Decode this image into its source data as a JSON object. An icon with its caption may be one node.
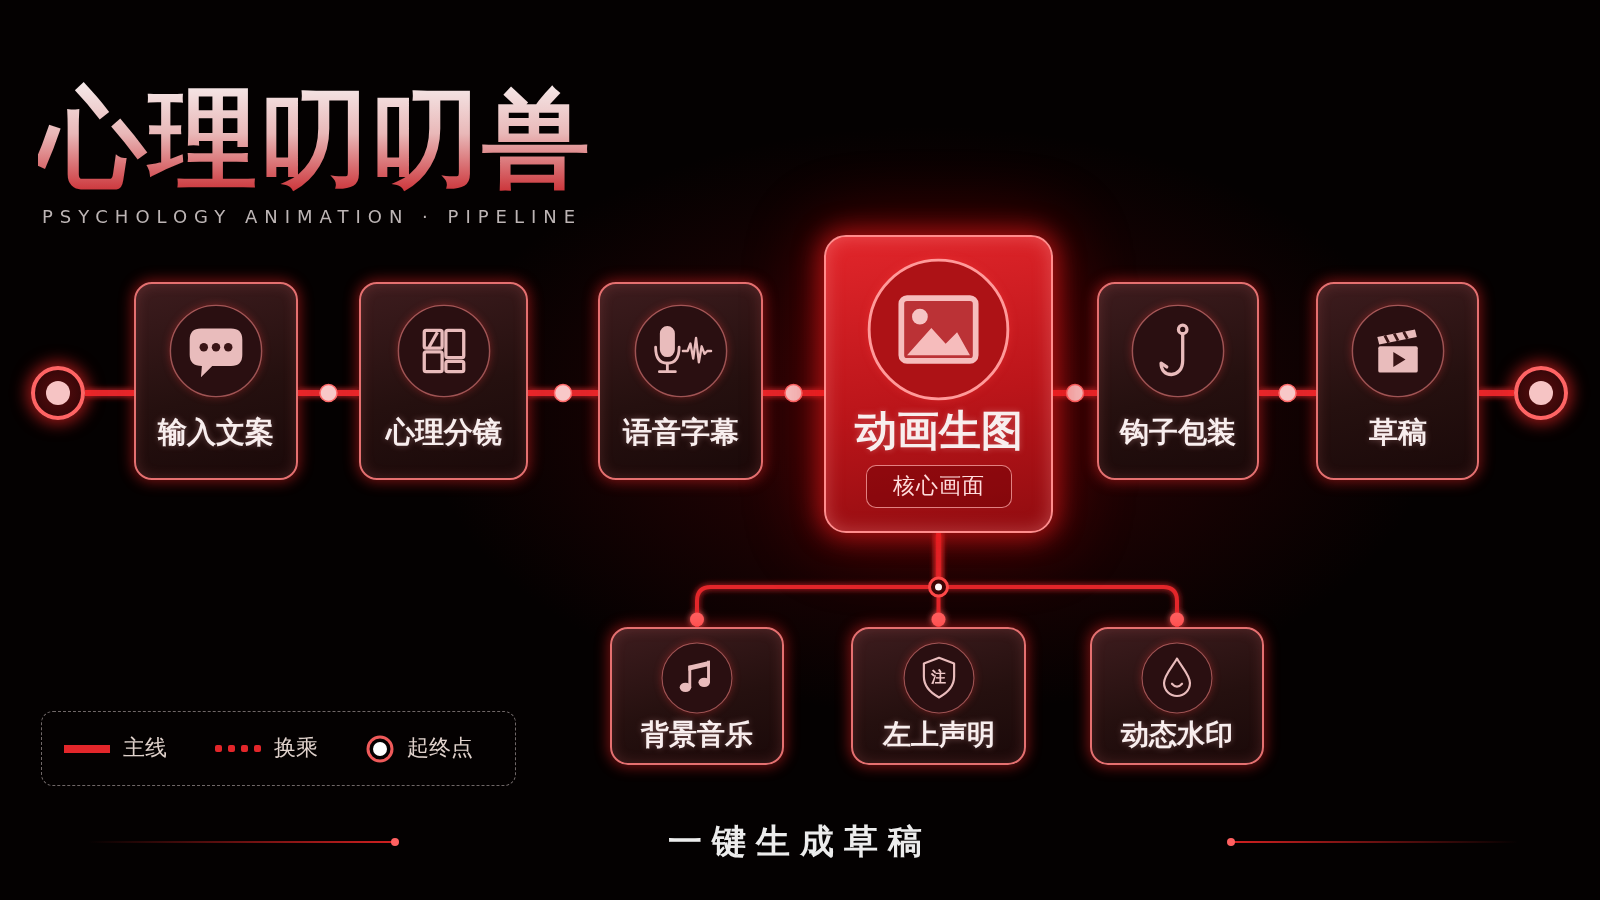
{
  "diagram": {
    "title": "心理叨叨兽",
    "nodes": [
      {
        "text": [],
        "shape": "circle"
      },
      {
        "text": [
          "输入文案"
        ]
      },
      {
        "text": [
          "心理分镜"
        ]
      },
      {
        "text": [
          "语音字幕"
        ]
      },
      {
        "text": [
          "动画生图",
          "核心画面"
        ]
      },
      {
        "text": [
          "钩子包装"
        ]
      },
      {
        "text": [
          "草稿"
        ]
      },
      {
        "text": [],
        "shape": "circle"
      },
      {
        "text": [
          "背景音乐"
        ]
      },
      {
        "text": [
          "注",
          "左上声明"
        ]
      },
      {
        "text": [
          "动态水印"
        ]
      }
    ],
    "edges": [
      {
        "from": 0,
        "to": 1,
        "arrow": "none"
      },
      {
        "from": 1,
        "to": 2,
        "arrow": "none"
      },
      {
        "from": 2,
        "to": 3,
        "arrow": "none"
      },
      {
        "from": 3,
        "to": 4,
        "arrow": "none"
      },
      {
        "from": 4,
        "to": 5,
        "arrow": "none"
      },
      {
        "from": 5,
        "to": 6,
        "arrow": "none"
      },
      {
        "from": 6,
        "to": 7,
        "arrow": "none"
      },
      {
        "from": 4,
        "to": 8,
        "arrow": "other"
      },
      {
        "from": 4,
        "to": 9,
        "arrow": "other"
      },
      {
        "from": 4,
        "to": 10,
        "arrow": "other"
      }
    ],
    "labels": [
      "PSYCHOLOGY ANIMATION · PIPELINE",
      "一键生成草稿"
    ],
    "legend": [
      {
        "text": "主线"
      },
      {
        "text": "换乘"
      },
      {
        "text": "起终点"
      }
    ]
  }
}
